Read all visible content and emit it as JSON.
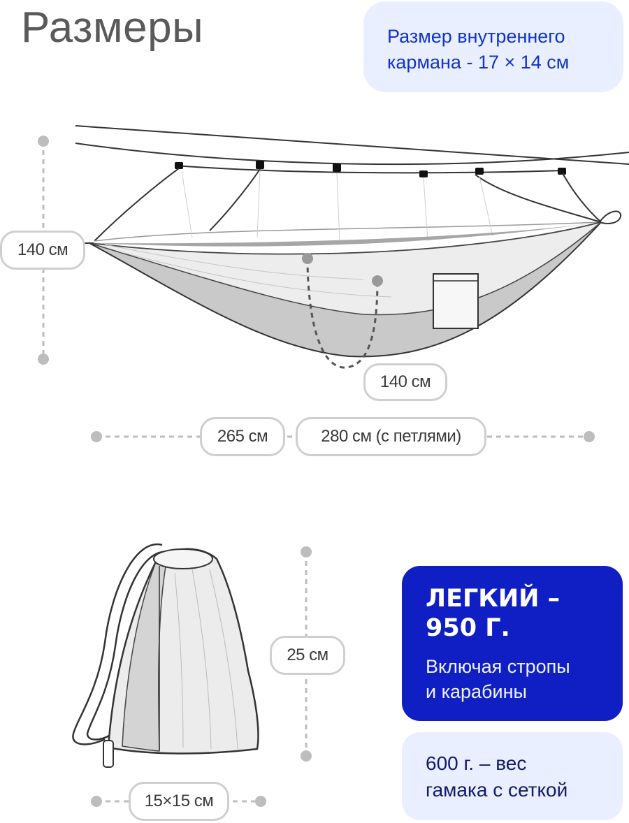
{
  "title": "Размеры",
  "pocket_note": {
    "line1": "Размер внутреннего",
    "line2": "кармана - 17 × 14 см"
  },
  "hammock": {
    "height_label": "140 см",
    "width_label": "140 см",
    "length_label": "265 см",
    "length_loops_label": "280 см (с петлями)"
  },
  "bag": {
    "height_label": "25 см",
    "base_label": "15×15 см"
  },
  "weight_card": {
    "headline_line1": "ЛЕГКИЙ –",
    "headline_line2": "950 Г.",
    "sub_line1": "Включая стропы",
    "sub_line2": "и карабины"
  },
  "net_weight_card": {
    "line1": "600 г. – вес",
    "line2": "гамака с сеткой"
  },
  "colors": {
    "accent_blue": "#0f1fc4",
    "light_blue": "#e9efff",
    "text_blue": "#1233c9",
    "dimension_gray": "#bdbdbd"
  }
}
